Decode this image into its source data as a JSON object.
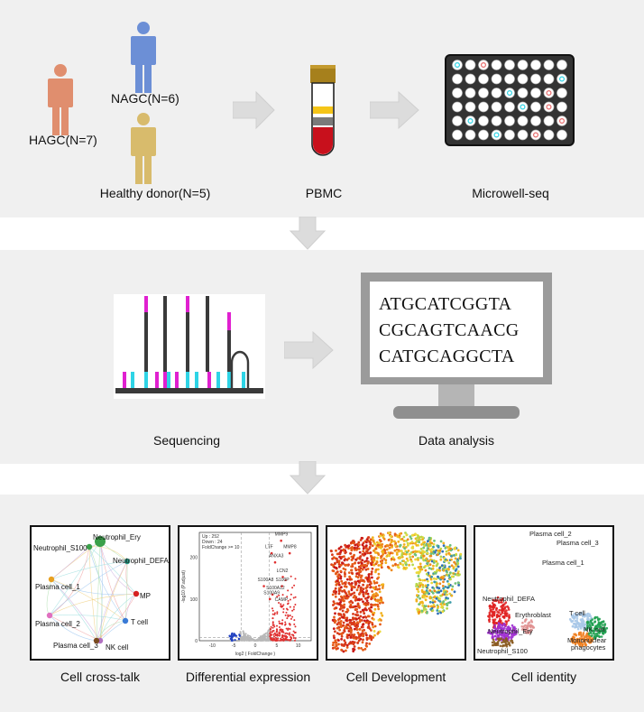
{
  "stage1": {
    "donors": {
      "hagc": "HAGC(N=7)",
      "nagc": "NAGC(N=6)",
      "healthy": "Healthy donor(N=5)"
    },
    "pbmc_label": "PBMC",
    "microwell_label": "Microwell-seq"
  },
  "stage2": {
    "sequencing_label": "Sequencing",
    "data_analysis_label": "Data analysis",
    "sequence_lines": [
      "ATGCATCGGTA",
      "CGCAGTCAACG",
      "CATGCAGGCTA"
    ]
  },
  "stage3": {
    "panel_labels": [
      "Cell cross-talk",
      "Differential expression",
      "Cell Development",
      "Cell identity"
    ],
    "crosstalk_nodes": [
      "Neutrophil_Ery",
      "Neutrophil_S100",
      "Neutrophil_DEFA",
      "Plasma cell_1",
      "MP",
      "Plasma cell_2",
      "T cell",
      "Plasma cell_3",
      "NK cell"
    ],
    "volcano": {
      "legend": [
        "Up : 252",
        "Down : 24",
        "FoldChange >= 10"
      ],
      "ylabel": "-log10 (P.adjust)",
      "xlabel": "log2 ( FoldChange )",
      "yticks": [
        "0",
        "100",
        "200"
      ],
      "xticks": [
        "-10",
        "-5",
        "0",
        "5",
        "10"
      ],
      "genes": [
        "MMP9",
        "LTF",
        "MMP8",
        "ANXA3",
        "LCN2",
        "S100A8",
        "S100P",
        "S100A12",
        "S100A9",
        "CAMP"
      ]
    },
    "identity_labels": [
      "Plasma cell_2",
      "Plasma cell_3",
      "Plasma cell_1",
      "Neutrophil_DEFA",
      "Erythroblast",
      "T cell",
      "Neutrophil_Ery",
      "NK cell",
      "Mononuclear phagocytes",
      "Neutrophil_S100"
    ]
  },
  "colors": {
    "hagc": "#e08e6e",
    "nagc": "#6c8fd6",
    "healthy": "#d8bb6c",
    "magenta": "#e020d0",
    "cyan": "#2ed4e6",
    "panel_bg": "#f0f0f0",
    "arrow": "#dcdcdc"
  }
}
